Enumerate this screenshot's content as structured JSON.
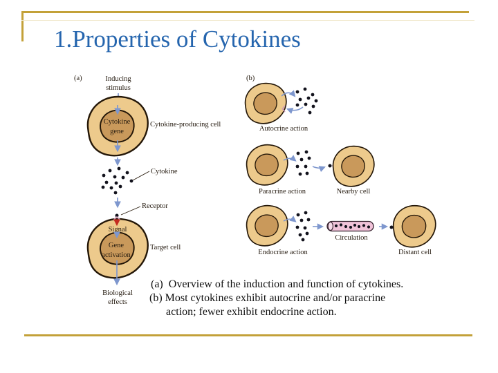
{
  "slide": {
    "title": "1.Properties of Cytokines"
  },
  "figure": {
    "panel_a": {
      "label": "(a)",
      "inducing_stimulus": [
        "Inducing",
        "stimulus"
      ],
      "cytokine_gene": [
        "Cytokine",
        "gene"
      ],
      "producing_cell_label": "Cytokine-producing cell",
      "cytokine_label": "Cytokine",
      "receptor_label": "Receptor",
      "signal_label": "Signal",
      "gene_activation": [
        "Gene",
        "activation"
      ],
      "target_cell_label": "Target cell",
      "biological_effects": [
        "Biological",
        "effects"
      ]
    },
    "panel_b": {
      "label": "(b)",
      "autocrine_label": "Autocrine action",
      "paracrine_label": "Paracrine action",
      "nearby_cell_label": "Nearby cell",
      "endocrine_label": "Endocrine action",
      "circulation_label": "Circulation",
      "distant_cell_label": "Distant cell"
    },
    "caption": {
      "line1": "(a)  Overview of the induction and function of cytokines.",
      "line2": "(b) Most cytokines exhibit autocrine and/or paracrine",
      "line3": "action; fewer exhibit endocrine action."
    }
  },
  "colors": {
    "title_blue": "#2565AE",
    "accent_gold": "#C3A139",
    "cell_fill": "#EDCA8C",
    "nucleus_fill": "#C9995B",
    "outline_dark": "#241708",
    "arrow_blue": "#7E97CE",
    "arrow_red": "#C42B20",
    "vessel_pink": "#F1C3D9",
    "receptor_pink": "#CE9DB8",
    "dot_black": "#12121C"
  }
}
